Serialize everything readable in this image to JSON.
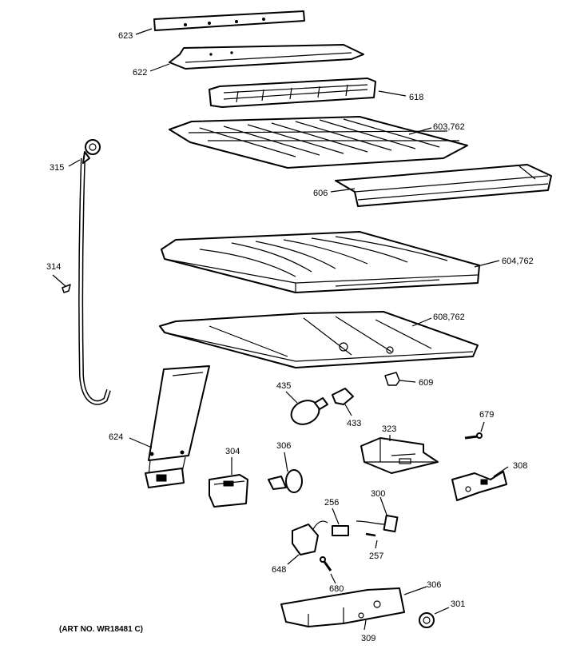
{
  "callouts": {
    "c623": "623",
    "c622": "622",
    "c618": "618",
    "c603": "603,762",
    "c315": "315",
    "c606": "606",
    "c314": "314",
    "c604": "604,762",
    "c608": "608,762",
    "c609": "609",
    "c435": "435",
    "c433": "433",
    "c624": "624",
    "c679": "679",
    "c323": "323",
    "c304": "304",
    "c306a": "306",
    "c308": "308",
    "c300": "300",
    "c256": "256",
    "c257": "257",
    "c648": "648",
    "c680": "680",
    "c306b": "306",
    "c301": "301",
    "c309": "309"
  },
  "art_number": "(ART NO. WR18481 C)"
}
